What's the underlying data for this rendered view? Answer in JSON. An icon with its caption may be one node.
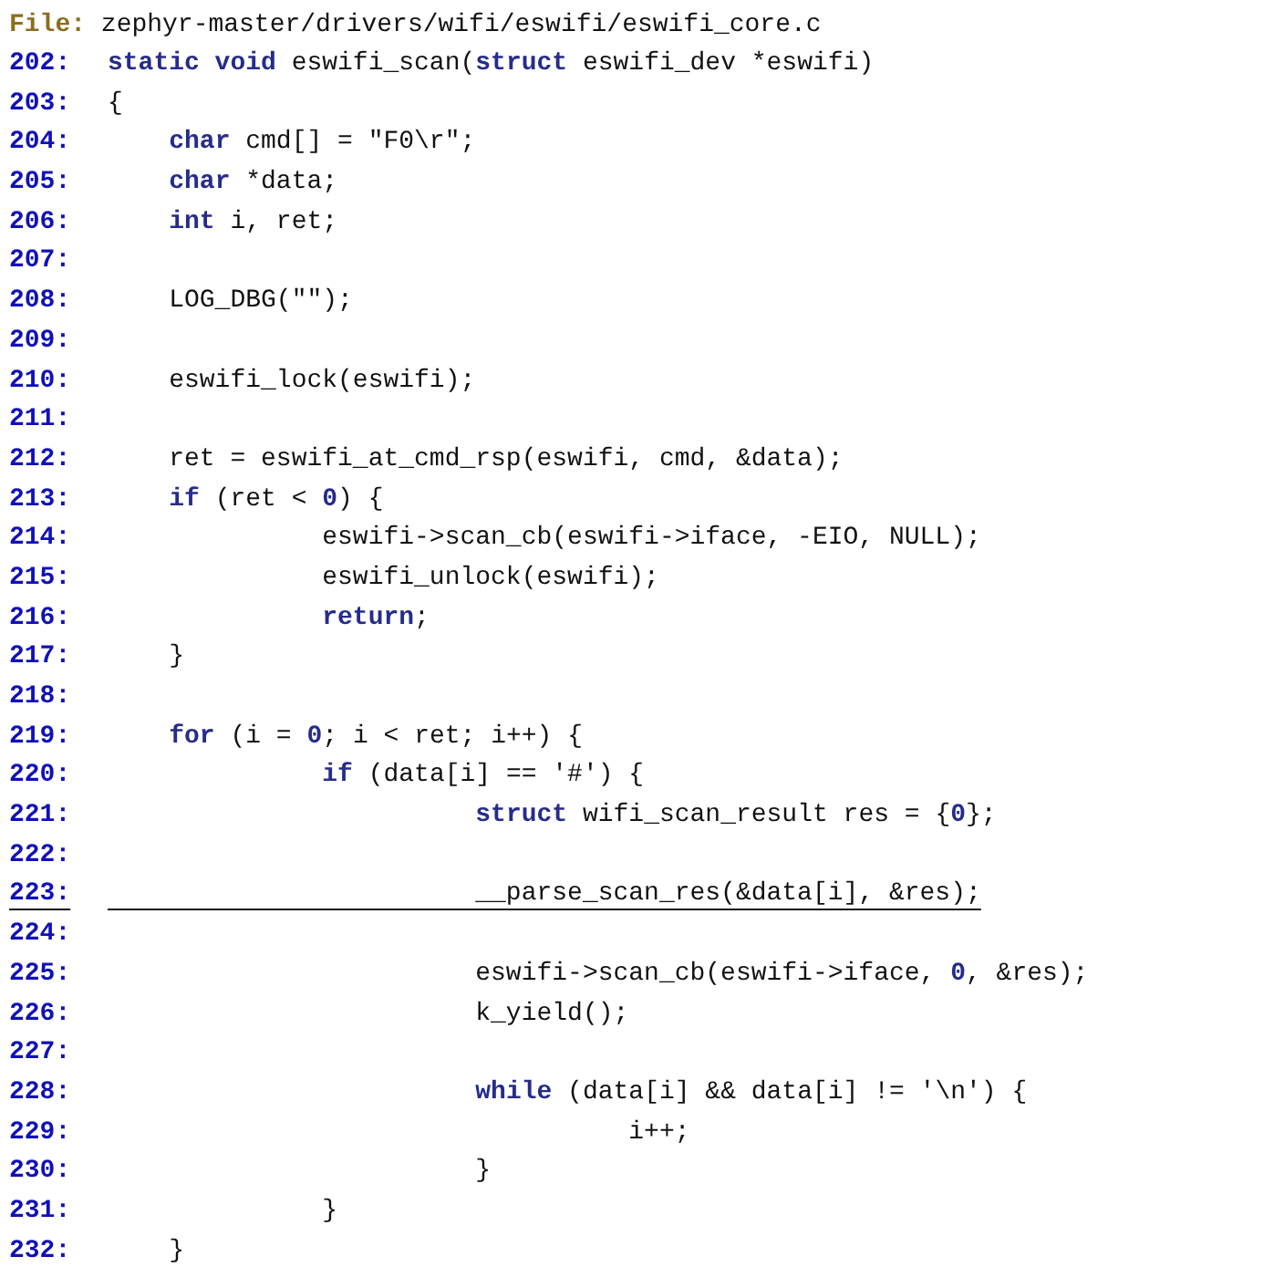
{
  "diagram": {
    "title": "**File:** zephyr-master/drivers/wifi/eswifi/eswifi_core.c",
    "labels": [
      "202:",
      "**static void** eswifi_scan(**struct** eswifi_dev *eswifi)",
      "203:",
      "{",
      "204:",
      "    **char** cmd[] = \"F0\\r\";",
      "205:",
      "    **char** *data;",
      "206:",
      "    **int** i, ret;",
      "207:",
      "208:",
      "    LOG_DBG(\"\");",
      "209:",
      "210:",
      "    eswifi_lock(eswifi);",
      "211:",
      "212:",
      "    ret = eswifi_at_cmd_rsp(eswifi, cmd, &data);",
      "213:",
      "    **if** (ret < **0**) {",
      "214:",
      "              eswifi->scan_cb(eswifi->iface, -EIO, NULL);",
      "215:",
      "              eswifi_unlock(eswifi);",
      "216:",
      "              **return**;",
      "217:",
      "    }",
      "218:",
      "219:",
      "    **for** (i = **0**; i < ret; i++) {",
      "220:",
      "              **if** (data[i] == '#') {",
      "221:",
      "                        **struct** wifi_scan_result res = {**0**};",
      "222:",
      "223:",
      "                        __parse_scan_res(&data[i], &res);",
      "224:",
      "225:",
      "                        eswifi->scan_cb(eswifi->iface, **0**, &res);",
      "226:",
      "                        k_yield();",
      "227:",
      "228:",
      "                        **while** (data[i] && data[i] != '\\n') {",
      "229:",
      "                                  i++;",
      "230:",
      "                        }",
      "231:",
      "              }",
      "232:",
      "    }"
    ]
  }
}
